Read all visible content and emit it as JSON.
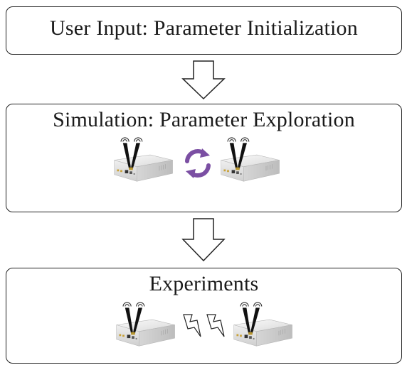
{
  "stages": [
    {
      "title": "User Input: Parameter Initialization"
    },
    {
      "title": "Simulation: Parameter Exploration"
    },
    {
      "title": "Experiments"
    }
  ],
  "icons": {
    "device": "radio-device-icon",
    "cycle": "refresh-cycle-icon",
    "link": "lightning-link-icon",
    "flow": "down-arrow-icon"
  },
  "colors": {
    "border": "#222222",
    "cycle_accent": "#7b4fa3",
    "antenna": "#111111",
    "device_body": "#e9e9e9"
  }
}
